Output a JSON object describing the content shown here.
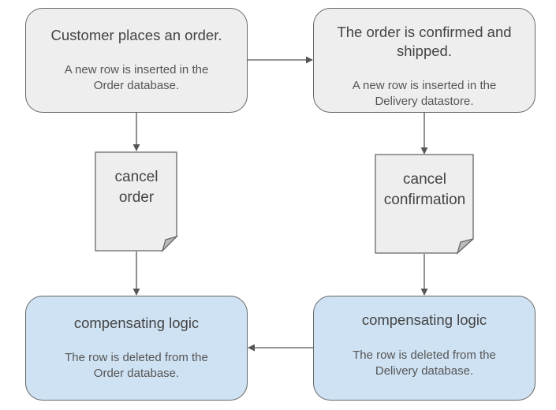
{
  "nodes": {
    "order_placed": {
      "title": "Customer places an order.",
      "desc": "A new row is inserted in the Order database."
    },
    "order_shipped": {
      "title": "The order is confirmed and shipped.",
      "desc": "A new row is inserted in the Delivery datastore."
    },
    "cancel_order": {
      "label": "cancel order"
    },
    "cancel_confirmation": {
      "label": "cancel confirmation"
    },
    "compensate_order": {
      "title": "compensating logic",
      "desc": "The row is deleted from the Order database."
    },
    "compensate_delivery": {
      "title": "compensating logic",
      "desc": "The row is deleted from the Delivery database."
    }
  },
  "colors": {
    "process_fill": "#eeeeee",
    "compensation_fill": "#cfe2f3",
    "stroke": "#666666",
    "arrow": "#555555"
  }
}
